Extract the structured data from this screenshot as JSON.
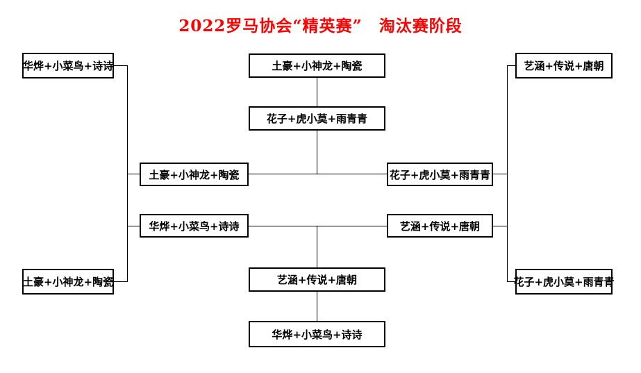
{
  "title": "2022罗马协会“精英赛”　淘汰赛阶段",
  "colors": {
    "title_red": "#FF0000",
    "line_black": "#000000",
    "background": "#FFFFFF"
  },
  "teams": [
    "华烨+小菜鸟+诗诗",
    "土豪+小神龙+陶瓷",
    "艺涵+传说+唐朝",
    "花子+虎小莫+雨青青"
  ],
  "bracket": {
    "stage_label": "淘汰赛阶段",
    "boxes": [
      {
        "slot": "left-outer-top",
        "label": "华烨+小菜鸟+诗诗"
      },
      {
        "slot": "center-top",
        "label": "土豪+小神龙+陶瓷"
      },
      {
        "slot": "right-outer-top",
        "label": "艺涵+传说+唐朝"
      },
      {
        "slot": "center-upper-second",
        "label": "花子+虎小莫+雨青青"
      },
      {
        "slot": "final-left",
        "label": "土豪+小神龙+陶瓷"
      },
      {
        "slot": "final-right",
        "label": "花子+虎小莫+雨青青"
      },
      {
        "slot": "consolation-left",
        "label": "华烨+小菜鸟+诗诗"
      },
      {
        "slot": "consolation-right",
        "label": "艺涵+传说+唐朝"
      },
      {
        "slot": "center-lower-winner",
        "label": "艺涵+传说+唐朝"
      },
      {
        "slot": "left-outer-bottom",
        "label": "土豪+小神龙+陶瓷"
      },
      {
        "slot": "right-outer-bottom",
        "label": "花子+虎小莫+雨青青"
      },
      {
        "slot": "center-bottom",
        "label": "华烨+小菜鸟+诗诗"
      }
    ]
  }
}
